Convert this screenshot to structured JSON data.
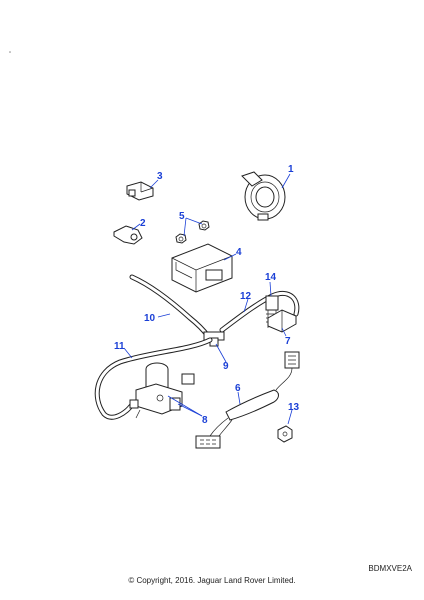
{
  "callouts": [
    {
      "id": "callout-1",
      "label": "1"
    },
    {
      "id": "callout-2",
      "label": "2"
    },
    {
      "id": "callout-3",
      "label": "3"
    },
    {
      "id": "callout-4",
      "label": "4"
    },
    {
      "id": "callout-5",
      "label": "5"
    },
    {
      "id": "callout-6",
      "label": "6"
    },
    {
      "id": "callout-7",
      "label": "7"
    },
    {
      "id": "callout-8",
      "label": "8"
    },
    {
      "id": "callout-9",
      "label": "9"
    },
    {
      "id": "callout-10",
      "label": "10"
    },
    {
      "id": "callout-11",
      "label": "11"
    },
    {
      "id": "callout-12",
      "label": "12"
    },
    {
      "id": "callout-13",
      "label": "13"
    },
    {
      "id": "callout-14",
      "label": "14"
    }
  ],
  "reference_code": "BDMXVE2A",
  "copyright": "© Copyright, 2016. Jaguar Land Rover Limited.",
  "colors": {
    "callout": "#1a3fd6",
    "line": "#222222"
  }
}
